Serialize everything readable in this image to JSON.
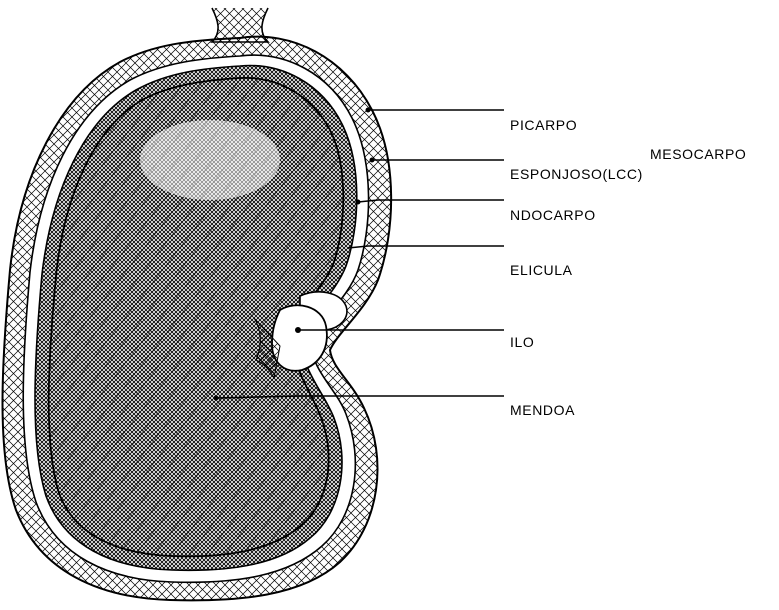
{
  "diagram": {
    "labels": {
      "picarpo": "PICARPO",
      "esponjoso": "ESPONJOSO(LCC)",
      "mesocarpo": "MESOCARPO",
      "ndocarpo": "NDOCARPO",
      "elicula": "ELICULA",
      "ilo": "ILO",
      "mendoa": "MENDOA"
    }
  }
}
